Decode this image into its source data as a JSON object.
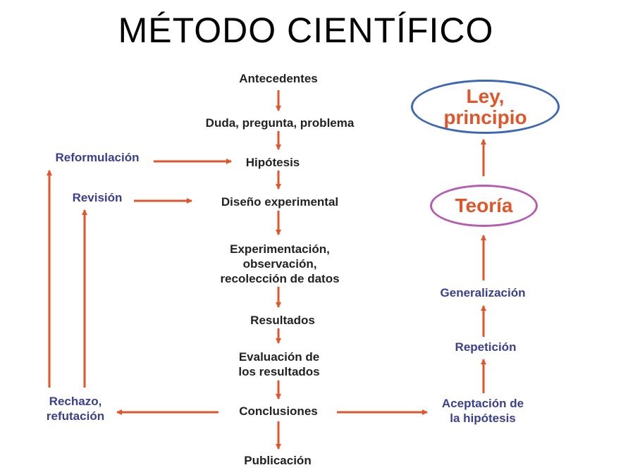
{
  "title": "MÉTODO CIENTÍFICO",
  "main_steps": {
    "antecedentes": "Antecedentes",
    "duda": "Duda, pregunta, problema",
    "hipotesis": "Hipótesis",
    "diseno": "Diseño experimental",
    "experimentacion": "Experimentación,\nobservación,\nrecolección de datos",
    "resultados": "Resultados",
    "evaluacion": "Evaluación de\nlos resultados",
    "conclusiones": "Conclusiones",
    "publicacion": "Publicación"
  },
  "left_branch": {
    "reformulacion": "Reformulación",
    "revision": "Revisión",
    "rechazo": "Rechazo,\nrefutación"
  },
  "right_branch": {
    "aceptacion": "Aceptación de\nla hipótesis",
    "repeticion": "Repetición",
    "generalizacion": "Generalización",
    "teoria": "Teoría",
    "ley": "Ley,\nprincipio"
  },
  "colors": {
    "arrow": "#e0562a",
    "blue_text": "#3a3f8f",
    "ley_border": "#3b67b5",
    "teoria_border": "#b45cb2"
  }
}
